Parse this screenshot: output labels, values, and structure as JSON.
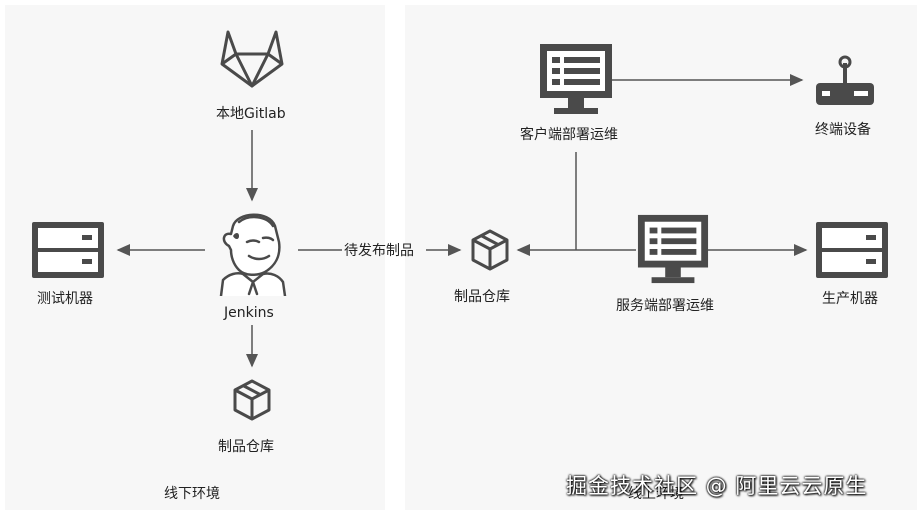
{
  "nodes": {
    "gitlab": "本地Gitlab",
    "jenkins": "Jenkins",
    "test_machine": "测试机器",
    "repo_left": "制品仓库",
    "repo_middle": "制品仓库",
    "client_ops": "客户端部署运维",
    "terminal_device": "终端设备",
    "server_ops": "服务端部署运维",
    "prod_machine": "生产机器"
  },
  "edges": {
    "pending_artifact": "待发布制品"
  },
  "zones": {
    "offline": "线下环境",
    "online": "线上环境"
  },
  "watermark": "掘金技术社区 @ 阿里云云原生",
  "colors": {
    "icon": "#4a4a4a",
    "line": "#555555",
    "panel": "#f7f7f7"
  },
  "icons": [
    "gitlab-icon",
    "jenkins-icon",
    "server-icon",
    "package-icon",
    "monitor-icon",
    "router-icon"
  ]
}
